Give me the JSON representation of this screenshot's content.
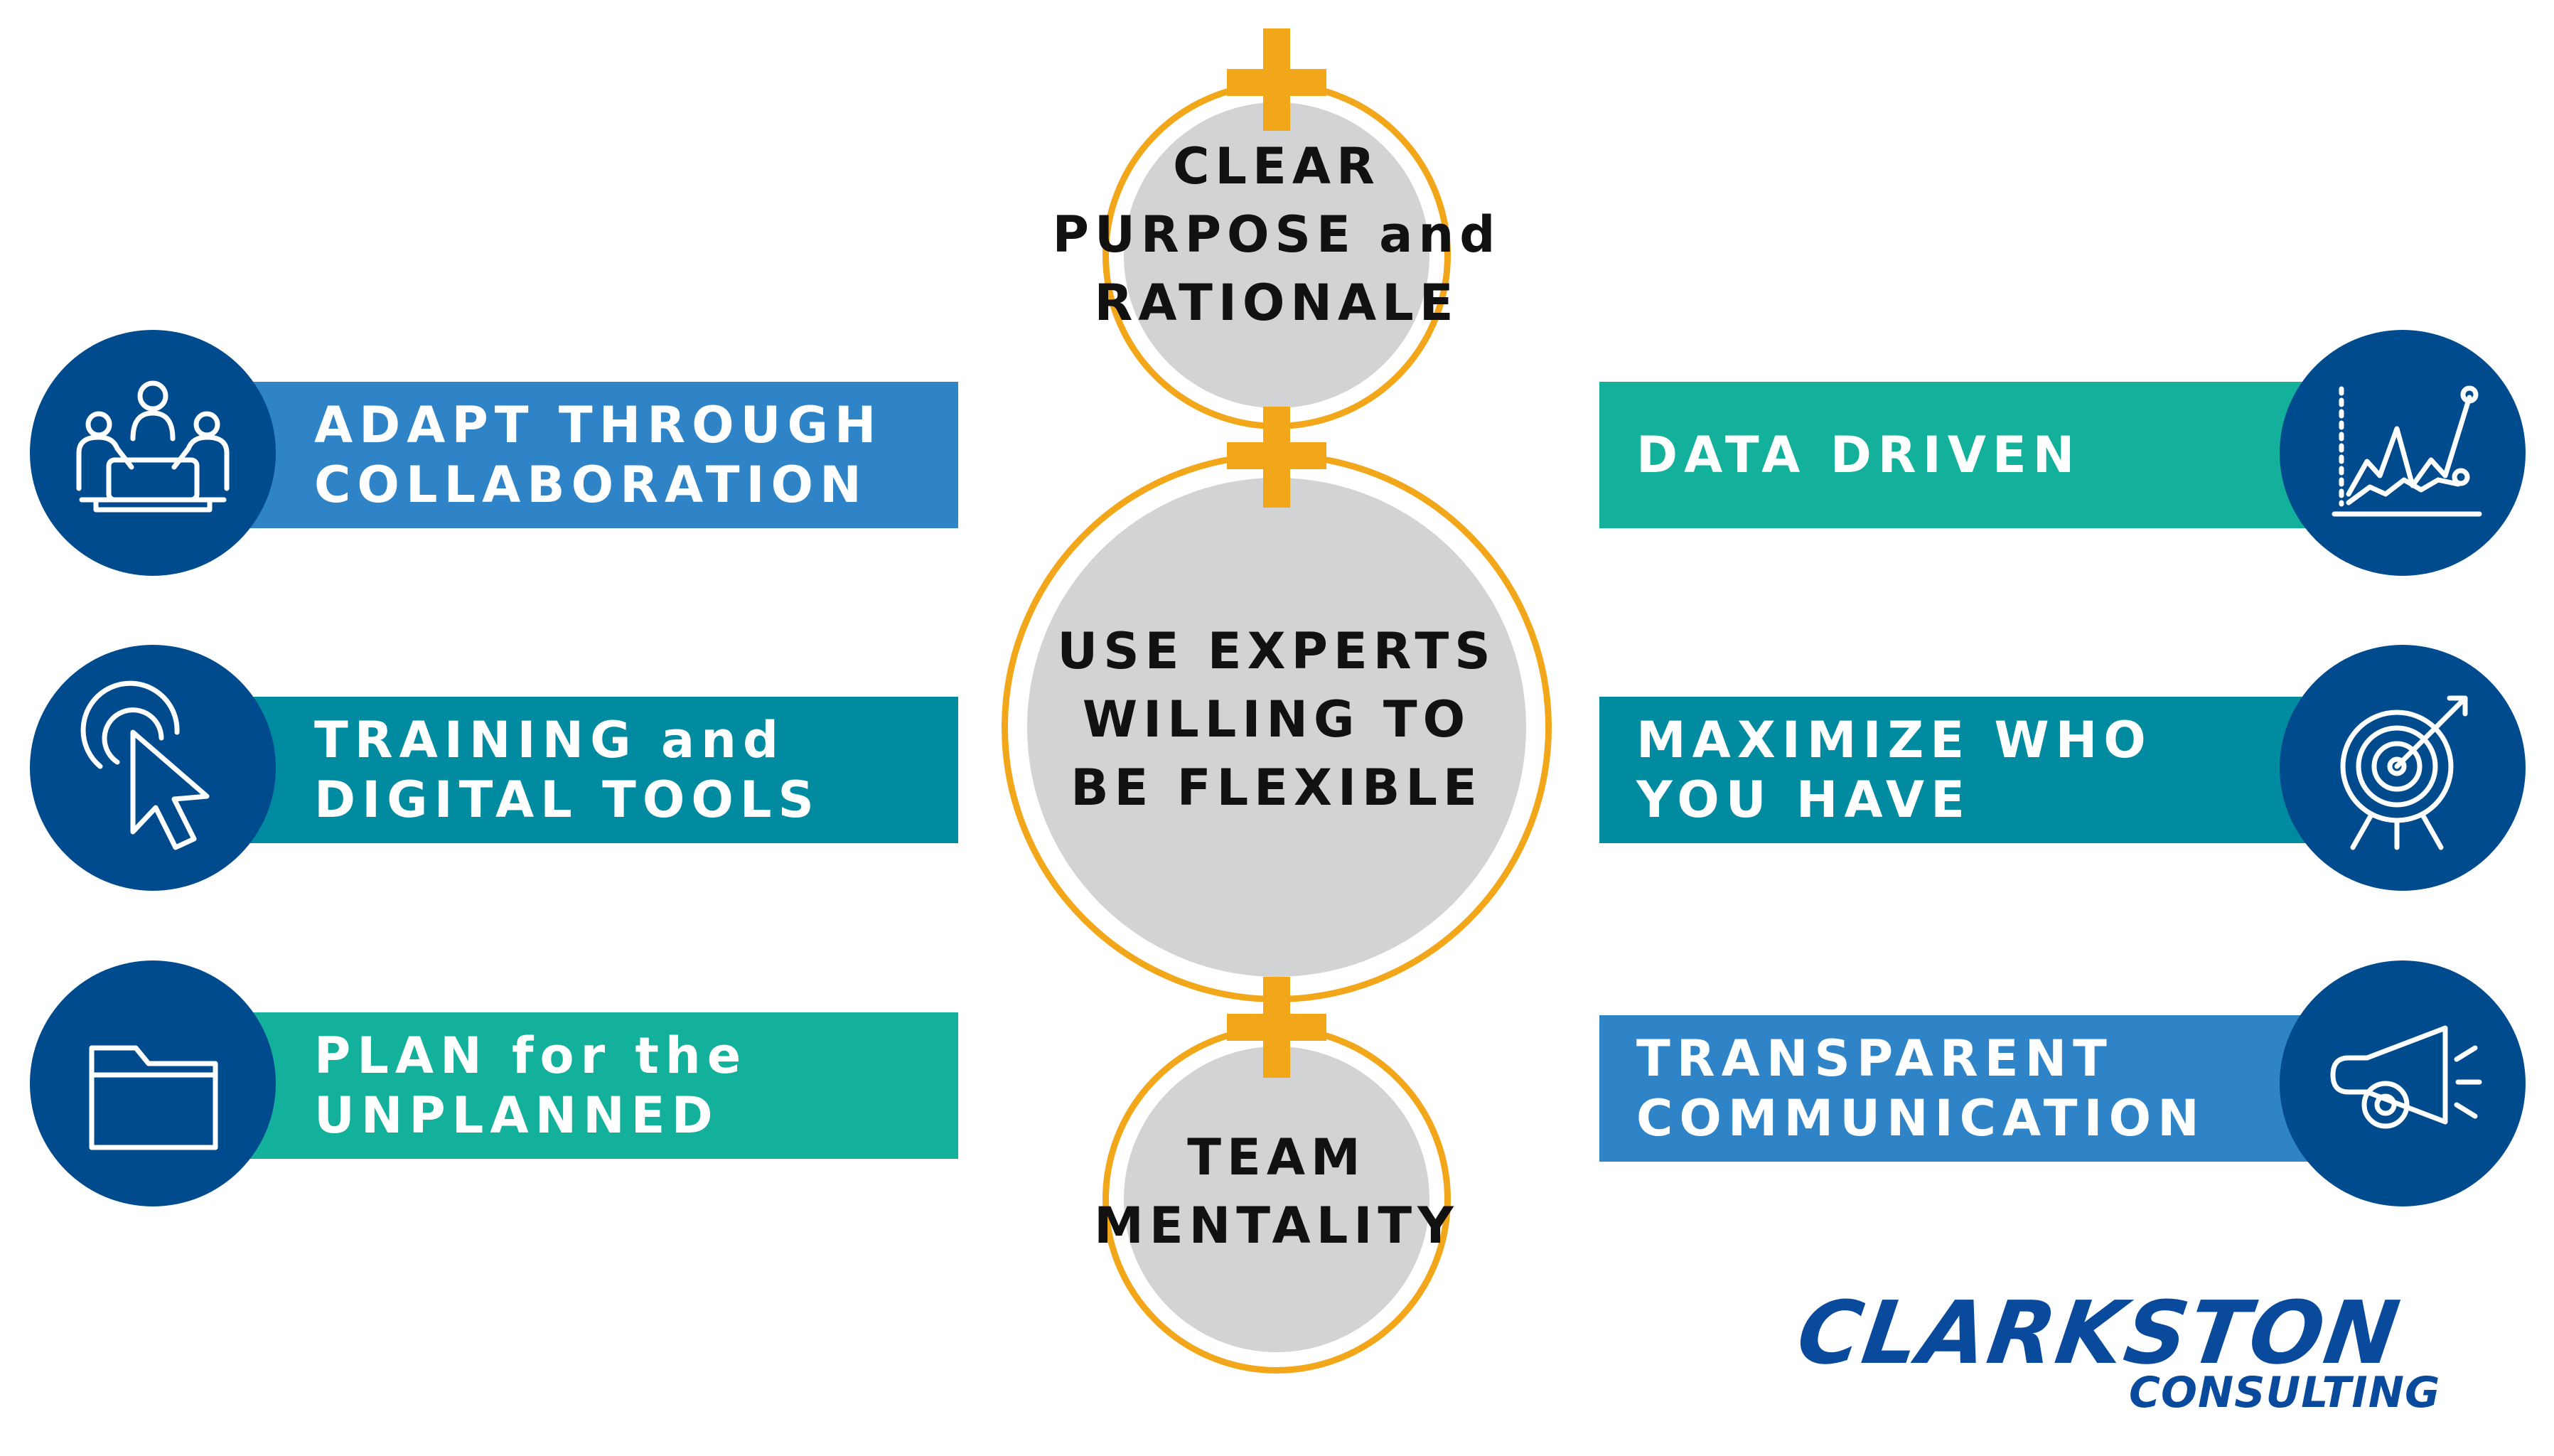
{
  "center": {
    "top": [
      "CLEAR",
      "PURPOSE and",
      "RATIONALE"
    ],
    "middle": [
      "USE EXPERTS",
      "WILLING TO",
      "BE FLEXIBLE"
    ],
    "bottom": [
      "TEAM",
      "MENTALITY"
    ]
  },
  "left": [
    {
      "lines": [
        "ADAPT THROUGH",
        "COLLABORATION"
      ],
      "icon": "collaboration-icon",
      "color": "#2e84c6"
    },
    {
      "lines": [
        "TRAINING and",
        "DIGITAL TOOLS"
      ],
      "icon": "cursor-click-icon",
      "color": "#008ba0"
    },
    {
      "lines": [
        "PLAN for the",
        "UNPLANNED"
      ],
      "icon": "folder-icon",
      "color": "#13b09b"
    }
  ],
  "right": [
    {
      "lines": [
        "DATA DRIVEN"
      ],
      "icon": "line-chart-icon",
      "color": "#13b09b"
    },
    {
      "lines": [
        "MAXIMIZE WHO",
        "YOU HAVE"
      ],
      "icon": "target-icon",
      "color": "#008ba0"
    },
    {
      "lines": [
        "TRANSPARENT",
        "COMMUNICATION"
      ],
      "icon": "megaphone-icon",
      "color": "#2e84c6"
    }
  ],
  "logo": {
    "line1": "CLARKSTON",
    "line2": "CONSULTING"
  },
  "colors": {
    "accent": "#f2a71b",
    "circle_fill": "#d1d3d4",
    "icon_circle": "#004b8d",
    "logo": "#0a4a9c"
  }
}
